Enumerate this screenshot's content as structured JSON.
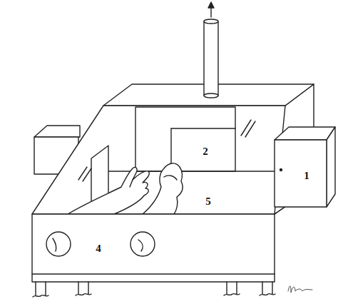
{
  "diagram": {
    "labels": [
      "2",
      "1",
      "5",
      "4"
    ]
  }
}
